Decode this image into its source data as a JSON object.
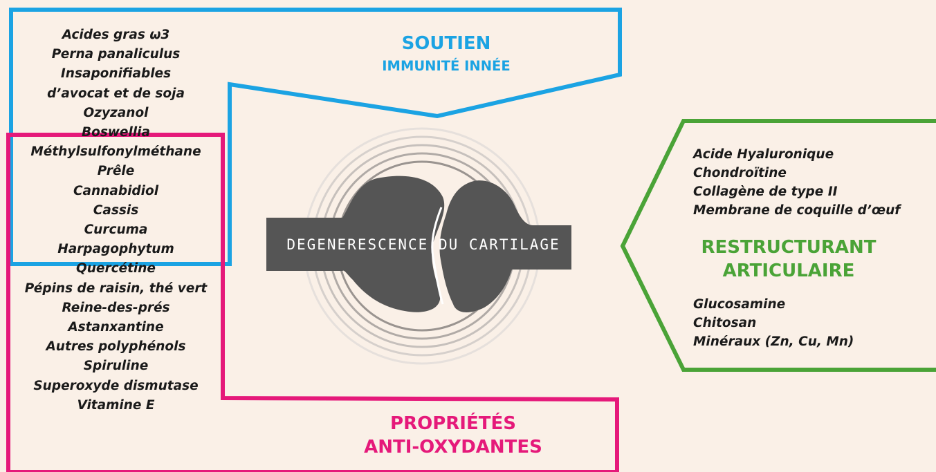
{
  "soutien": {
    "title": "SOUTIEN",
    "subtitle": "IMMUNITÉ INNÉE",
    "color": "#1ba3e3"
  },
  "antioxydant": {
    "title_line1": "PROPRIÉTÉS",
    "title_line2": "ANTI-OXYDANTES",
    "color": "#e5197a"
  },
  "restructurant": {
    "title_line1": "RESTRUCTURANT",
    "title_line2": "ARTICULAIRE",
    "color": "#4aa337",
    "items_top": [
      "Acide Hyaluronique",
      "Chondroïtine",
      "Collagène de type II",
      "Membrane de coquille d’œuf"
    ],
    "items_bottom": [
      "Glucosamine",
      "Chitosan",
      "Minéraux (Zn, Cu, Mn)"
    ]
  },
  "left_list": [
    "Acides gras ω3",
    "Perna panaliculus",
    "Insaponifiables",
    "d’avocat et de soja",
    "Ozyzanol",
    "Boswellia",
    "Méthylsulfonylméthane",
    "Prêle",
    "Cannabidiol",
    "Cassis",
    "Curcuma",
    "Harpagophytum",
    "Quercétine",
    "Pépins de raisin, thé vert",
    "Reine-des-prés",
    "Astanxantine",
    "Autres polyphénols",
    "Spiruline",
    "Superoxyde dismutase",
    "Vitamine E"
  ],
  "center": {
    "label": "DEGENERESCENCE DU CARTILAGE",
    "fill_color": "#555555"
  },
  "background_color": "#faf0e7"
}
